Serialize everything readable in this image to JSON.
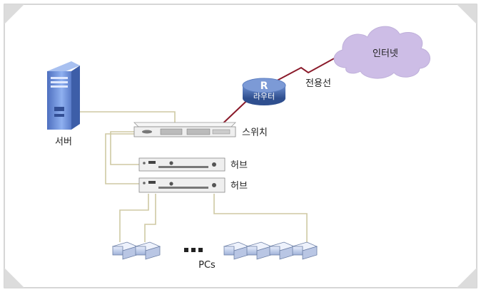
{
  "labels": {
    "server": "서버",
    "switch": "스위치",
    "hub1": "허브",
    "hub2": "허브",
    "router_letter": "R",
    "router": "라우터",
    "leased_line": "전용선",
    "internet": "인터넷",
    "pcs": "PCs"
  },
  "colors": {
    "frame_border": "#c8c8c8",
    "corner_fold": "#d9d9d9",
    "cable": "#cfc9a3",
    "leased_line": "#8a1a2a",
    "cloud": "#cdbde6",
    "router": "#3b63a8",
    "server": "#6b8fd6",
    "device_body": "#efefef"
  },
  "pc_groups": {
    "left_count": 2,
    "right_count": 4,
    "ellipsis": "■■■"
  }
}
